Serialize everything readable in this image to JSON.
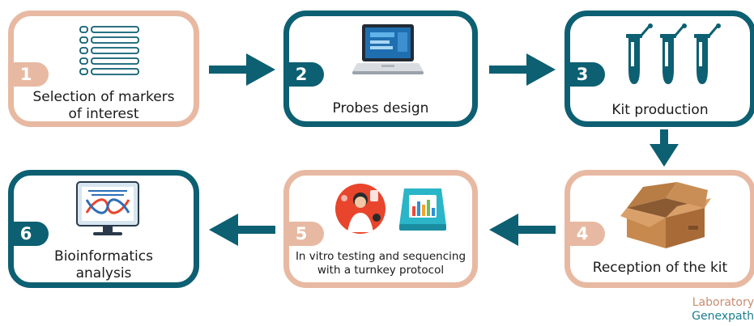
{
  "steps": [
    {
      "number": "1",
      "label_lines": [
        "Selection of markers",
        "of interest"
      ]
    },
    {
      "number": "2",
      "label_lines": [
        "Probes design"
      ]
    },
    {
      "number": "3",
      "label_lines": [
        "Kit production"
      ]
    },
    {
      "number": "4",
      "label_lines": [
        "Reception of the kit"
      ]
    },
    {
      "number": "5",
      "label_lines": [
        "In vitro testing and sequencing",
        "with a turnkey protocol"
      ]
    },
    {
      "number": "6",
      "label_lines": [
        "Bioinformatics",
        "analysis"
      ]
    }
  ],
  "credit": {
    "line1": "Laboratory",
    "line2": "Genexpath"
  },
  "colors": {
    "teal": "#0d5f72",
    "peach": "#e8b9a2",
    "credit_peach": "#c98d70",
    "credit_teal": "#1b7d8f"
  },
  "icons": [
    "checklist-icon",
    "laptop-icon",
    "test-tubes-icon",
    "cardboard-box-icon",
    "scientist-icon",
    "sequencer-icon",
    "dna-monitor-icon"
  ]
}
